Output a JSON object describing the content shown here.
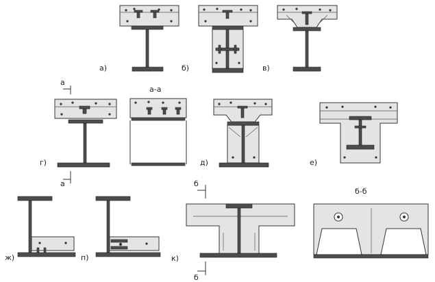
{
  "labels": {
    "a": "а)",
    "b": "б)",
    "v": "в)",
    "g": "г)",
    "d": "д)",
    "e": "е)",
    "zh": "ж)",
    "p": "п)",
    "k": "к)"
  },
  "sections": {
    "aa_title": "а-а",
    "bb_title": "б-б",
    "a_top": "а",
    "a_bottom": "а",
    "b_top": "б",
    "b_bottom": "б"
  },
  "colors": {
    "concrete": "#e4e4e4",
    "steel": "#4d4d4d",
    "outline": "#333333"
  }
}
